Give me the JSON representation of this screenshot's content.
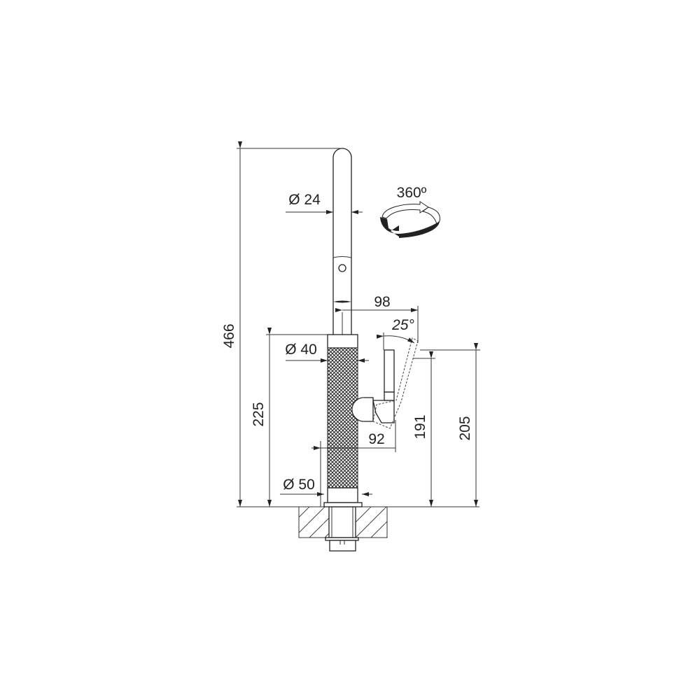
{
  "drawing": {
    "dimensions": {
      "total_height": "466",
      "body_height": "225",
      "lever_height_low": "191",
      "lever_height_high": "205",
      "spout_reach": "98",
      "lever_reach": "92",
      "lever_angle": "25°",
      "spout_diameter": "Ø 24",
      "body_diameter": "Ø 40",
      "base_diameter": "Ø 50"
    },
    "rotation_label": "360º",
    "colors": {
      "line": "#333333",
      "fill": "#ffffff"
    }
  }
}
